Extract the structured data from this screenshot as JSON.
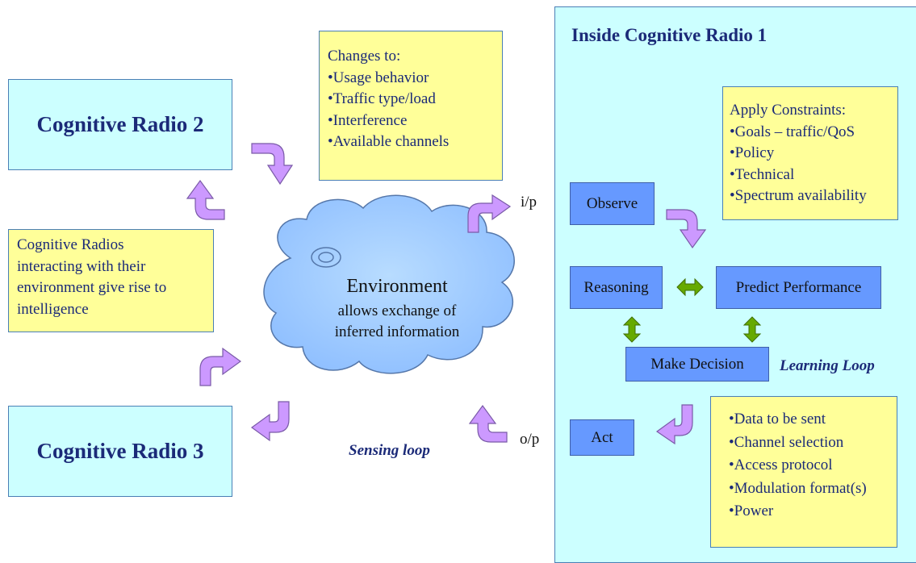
{
  "radios": {
    "r2": "Cognitive Radio 2",
    "r3": "Cognitive Radio 3"
  },
  "changes": {
    "title": "Changes to:",
    "items": [
      "•Usage behavior",
      "•Traffic type/load",
      "•Interference",
      "•Available channels"
    ]
  },
  "interacting_note": [
    "Cognitive Radios",
    "interacting with their",
    "environment give rise to",
    "intelligence"
  ],
  "environment": {
    "title": "Environment",
    "line1": "allows exchange of",
    "line2": "inferred information"
  },
  "sensing_loop": "Sensing loop",
  "io": {
    "input": "i/p",
    "output": "o/p"
  },
  "inside": {
    "title": "Inside Cognitive Radio 1",
    "constraints": {
      "title": "Apply Constraints:",
      "items": [
        "•Goals – traffic/QoS",
        "•Policy",
        "•Technical",
        "•Spectrum availability"
      ]
    },
    "steps": {
      "observe": "Observe",
      "reasoning": "Reasoning",
      "predict": "Predict Performance",
      "decision": "Make Decision",
      "act": "Act"
    },
    "learning_loop": "Learning Loop",
    "outputs": [
      "•Data to be sent",
      "•Channel selection",
      "•Access protocol",
      "•Modulation format(s)",
      "•Power"
    ]
  },
  "colors": {
    "radio_fill": "#ccffff",
    "note_fill": "#ffff99",
    "step_fill": "#6699ff",
    "cloud_fill": "#99ccff",
    "curved_arrow": "#cc99ff",
    "double_arrow": "#66aa00",
    "text_dark_blue": "#1b2a78"
  }
}
